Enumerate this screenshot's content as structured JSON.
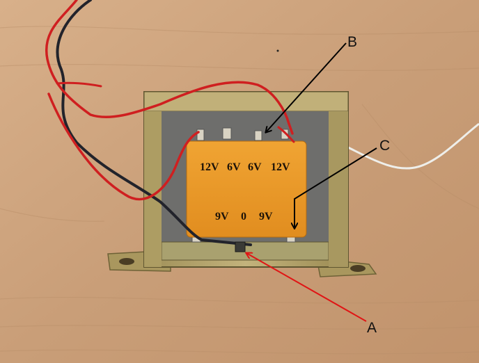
{
  "photo": {
    "callouts": [
      {
        "id": "A",
        "label": "A",
        "arrow_color": "#e01515"
      },
      {
        "id": "B",
        "label": "B",
        "arrow_color": "#000000"
      },
      {
        "id": "C",
        "label": "C",
        "arrow_color": "#000000"
      }
    ],
    "transformer_label": {
      "top_row": [
        "12V",
        "6V",
        "6V",
        "12V"
      ],
      "bottom_row": [
        "9V",
        "0",
        "9V"
      ]
    },
    "colors": {
      "wood": "#c99e78",
      "steel_frame": "#b2a26a",
      "insulation_tape": "#e99a2a",
      "red_wire": "#cf1f20",
      "black_wire": "#22232b",
      "white_wire": "#eeeeea"
    }
  }
}
